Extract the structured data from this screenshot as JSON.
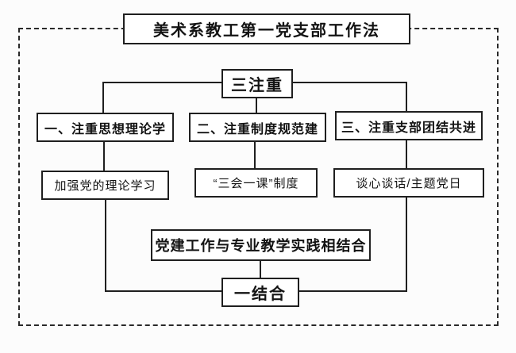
{
  "diagram": {
    "title": "美术系教工第一党支部工作法",
    "hub_node": "三注重",
    "emphasis_nodes": [
      {
        "label": "一、注重思想理论学"
      },
      {
        "label": "二、注重制度规范建"
      },
      {
        "label": "三、注重支部团结共进"
      }
    ],
    "measure_nodes": [
      {
        "label": "加强党的理论学习"
      },
      {
        "label": "“三会一课”制度"
      },
      {
        "label": "谈心谈话/主题党日"
      }
    ],
    "integration_node": "党建工作与专业教学实践相结合",
    "bottom_node": "一结合",
    "colors": {
      "line": "#1f1f1f",
      "background": "#fcfcfc",
      "box_fill": "#ffffff"
    }
  }
}
